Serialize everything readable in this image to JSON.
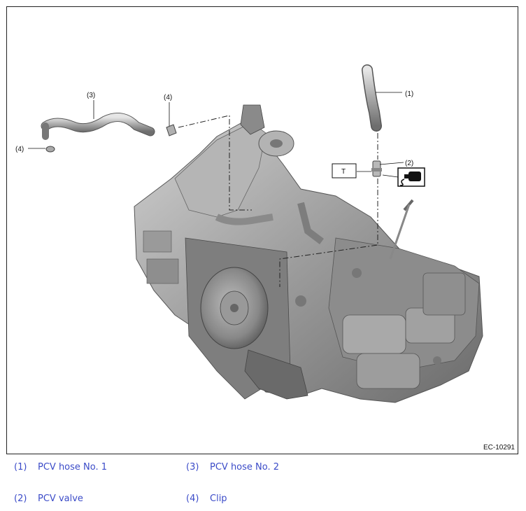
{
  "figure": {
    "id_label": "EC-10291",
    "callouts": {
      "c1": "(1)",
      "c2": "(2)",
      "c3": "(3)",
      "c4_top": "(4)",
      "c4_left": "(4)",
      "torque_box": "T"
    },
    "sealant_icon": "sealant-tube-icon"
  },
  "legend": {
    "items": [
      {
        "num": "(1)",
        "label": "PCV hose No. 1"
      },
      {
        "num": "(3)",
        "label": "PCV hose No. 2"
      },
      {
        "num": "(2)",
        "label": "PCV valve"
      },
      {
        "num": "(4)",
        "label": "Clip"
      }
    ]
  },
  "colors": {
    "legend_text": "#3b4bc8",
    "engine_gray": "#9a9a9a"
  }
}
